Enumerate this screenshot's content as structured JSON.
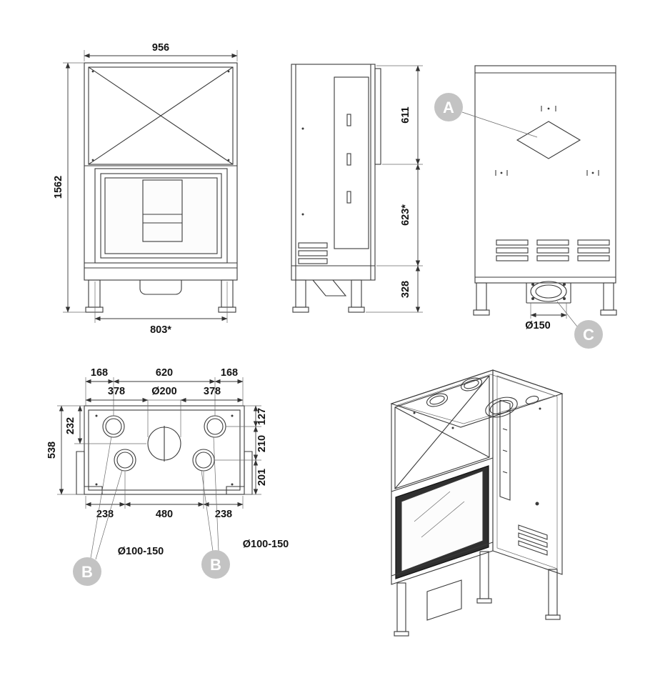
{
  "drawing": {
    "front_view": {
      "width": "956",
      "height": "1562",
      "bottom_width": "803*"
    },
    "side_view": {
      "dim_top": "611",
      "dim_middle": "623*",
      "dim_bottom": "328"
    },
    "back_view": {
      "label_a": "A",
      "label_c": "C",
      "flue_diameter": "Ø150"
    },
    "top_view": {
      "top_dims": [
        "168",
        "620",
        "168"
      ],
      "mid_dims": [
        "378",
        "Ø200",
        "378"
      ],
      "left_dims": [
        "232",
        "538"
      ],
      "right_dims": [
        "127",
        "210",
        "201"
      ],
      "bottom_dims": [
        "238",
        "480",
        "238"
      ],
      "outlet_label_left": "Ø100-150",
      "outlet_label_right": "Ø100-150",
      "label_b_left": "B",
      "label_b_right": "B"
    },
    "colors": {
      "line": "#3a3a3a",
      "badge": "#c3c3c3",
      "badge_text": "#ffffff"
    }
  }
}
